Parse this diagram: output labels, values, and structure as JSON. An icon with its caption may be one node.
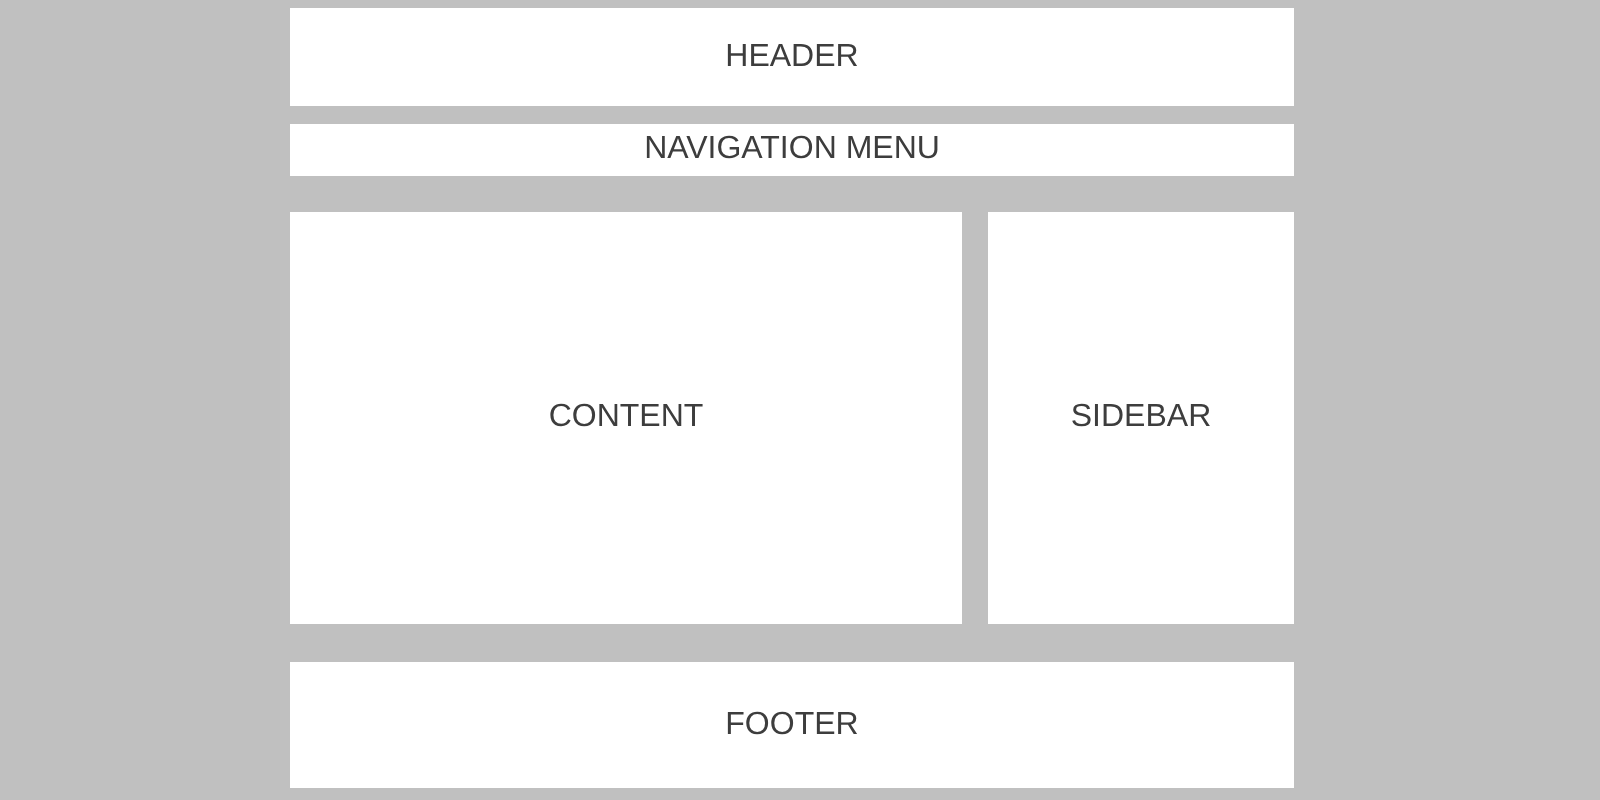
{
  "diagram": {
    "nodes": [
      {
        "text": [
          "HEADER"
        ]
      },
      {
        "text": [
          "NAVIGATION MENU"
        ]
      },
      {
        "text": [
          "CONTENT"
        ]
      },
      {
        "text": [
          "SIDEBAR"
        ]
      },
      {
        "text": [
          "FOOTER"
        ]
      }
    ]
  }
}
